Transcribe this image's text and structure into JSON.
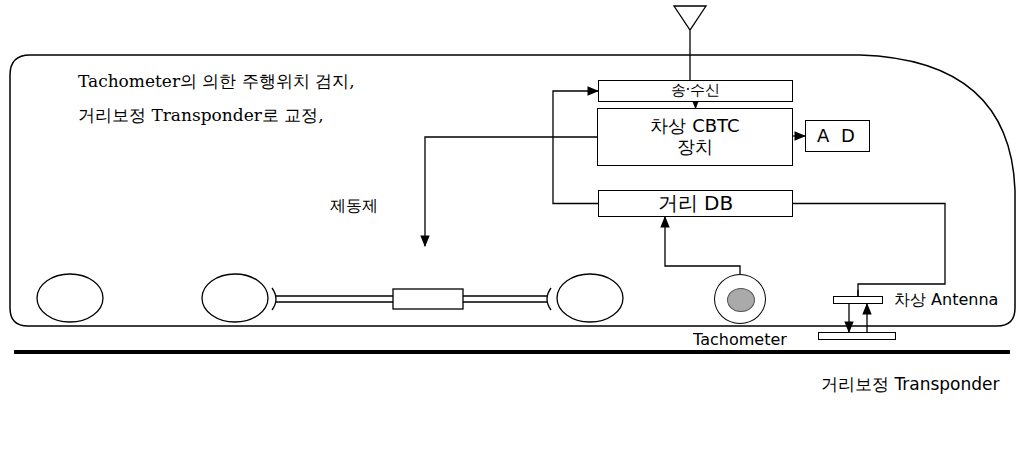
{
  "diagram": {
    "nodes": [
      {
        "text": [
          "송·수신"
        ]
      },
      {
        "text": [
          "차상 CBTC 장치"
        ]
      },
      {
        "text": [
          "A D"
        ]
      },
      {
        "text": [
          "거리 DB"
        ]
      },
      {
        "text": [
          "Tachometer"
        ]
      },
      {
        "text": [
          "차상 Antenna"
        ]
      },
      {
        "text": [
          "거리보정 Transponder"
        ]
      }
    ],
    "edges": [
      {
        "from": 0,
        "to": 1,
        "arrow": "to"
      },
      {
        "from": 1,
        "to": 2,
        "arrow": "to"
      },
      {
        "from": 3,
        "to": 0,
        "arrow": "to"
      },
      {
        "from": 4,
        "to": 3,
        "arrow": "to"
      },
      {
        "from": 3,
        "to": 5,
        "arrow": "none"
      },
      {
        "from": 5,
        "to": 6,
        "arrow": "to"
      },
      {
        "from": 6,
        "to": 5,
        "arrow": "to"
      }
    ],
    "labels": [
      "Tachometer의 의한 주행위치 검지,",
      "거리보정 Transponder로 교정,",
      "제동제"
    ]
  }
}
